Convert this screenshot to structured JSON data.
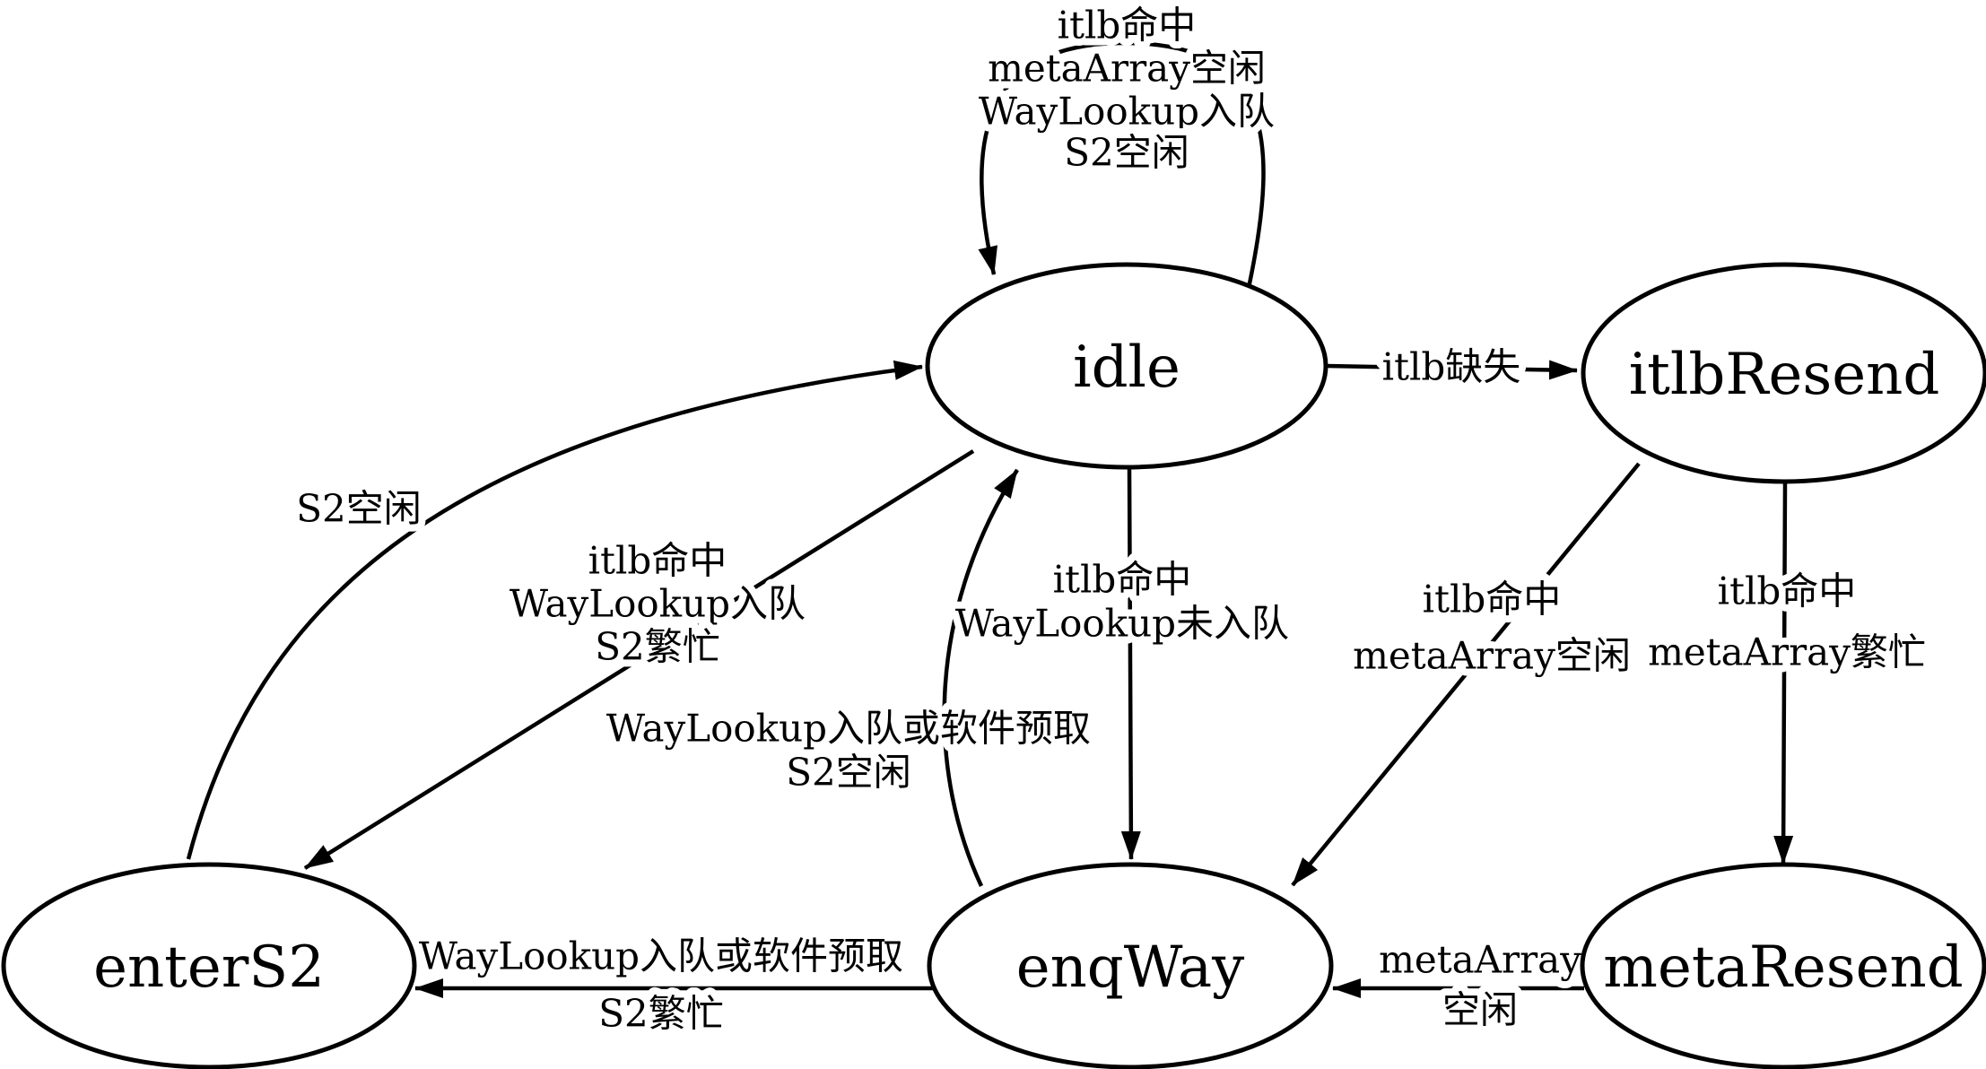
{
  "diagram": {
    "title": "ICache fetch state machine",
    "colors": {
      "background": "#ffffff",
      "line": "#000000",
      "text": "#000000"
    },
    "nodes": {
      "idle": {
        "label": "idle"
      },
      "itlbResend": {
        "label": "itlbResend"
      },
      "enterS2": {
        "label": "enterS2"
      },
      "enqWay": {
        "label": "enqWay"
      },
      "metaResend": {
        "label": "metaResend"
      }
    },
    "edges": {
      "idle_self": {
        "from": "idle",
        "to": "idle",
        "lines": [
          "itlb命中",
          "metaArray空闲",
          "WayLookup入队",
          "S2空闲"
        ]
      },
      "idle_to_itlbResend": {
        "from": "idle",
        "to": "itlbResend",
        "lines": [
          "itlb缺失"
        ]
      },
      "enterS2_to_idle": {
        "from": "enterS2",
        "to": "idle",
        "lines": [
          "S2空闲"
        ]
      },
      "idle_to_enterS2": {
        "from": "idle",
        "to": "enterS2",
        "lines": [
          "itlb命中",
          "WayLookup入队",
          "S2繁忙"
        ]
      },
      "idle_to_enqWay": {
        "from": "idle",
        "to": "enqWay",
        "lines": [
          "itlb命中",
          "WayLookup未入队"
        ]
      },
      "enqWay_to_idle": {
        "from": "enqWay",
        "to": "idle",
        "lines": [
          "WayLookup入队或软件预取",
          "S2空闲"
        ]
      },
      "itlbResend_to_enqWay": {
        "from": "itlbResend",
        "to": "enqWay",
        "lines": [
          "itlb命中",
          "metaArray空闲"
        ]
      },
      "itlbResend_to_metaResend": {
        "from": "itlbResend",
        "to": "metaResend",
        "lines": [
          "itlb命中",
          "metaArray繁忙"
        ]
      },
      "enqWay_to_enterS2": {
        "from": "enqWay",
        "to": "enterS2",
        "lines": [
          "WayLookup入队或软件预取",
          "S2繁忙"
        ]
      },
      "metaResend_to_enqWay": {
        "from": "metaResend",
        "to": "enqWay",
        "lines": [
          "metaArray",
          "空闲"
        ]
      }
    }
  }
}
